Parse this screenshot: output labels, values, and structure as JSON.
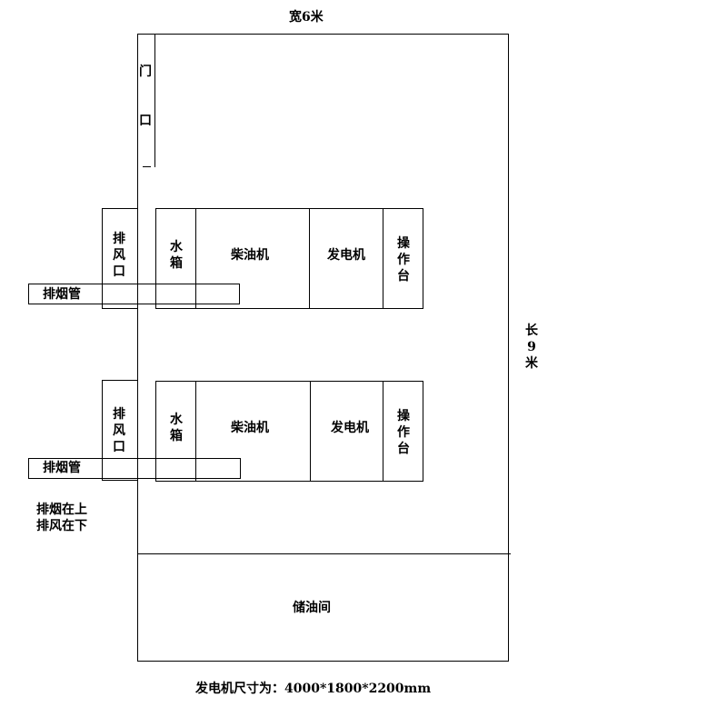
{
  "title_width": "宽6米",
  "label_length": "长\n9\n米",
  "door": {
    "char1": "门",
    "char2": "口"
  },
  "units": [
    {
      "vent": "排\n风\n口",
      "tank": "水\n箱",
      "diesel": "柴油机",
      "generator": "发电机",
      "console": "操\n作\n台",
      "pipe": "排烟管"
    },
    {
      "vent": "排\n风\n口",
      "tank": "水\n箱",
      "diesel": "柴油机",
      "generator": "发电机",
      "console": "操\n作\n台",
      "pipe": "排烟管"
    }
  ],
  "note": {
    "line1": "排烟在上",
    "line2": "排风在下"
  },
  "storage_room": "储油间",
  "footer": "发电机尺寸为：4000*1800*2200mm"
}
